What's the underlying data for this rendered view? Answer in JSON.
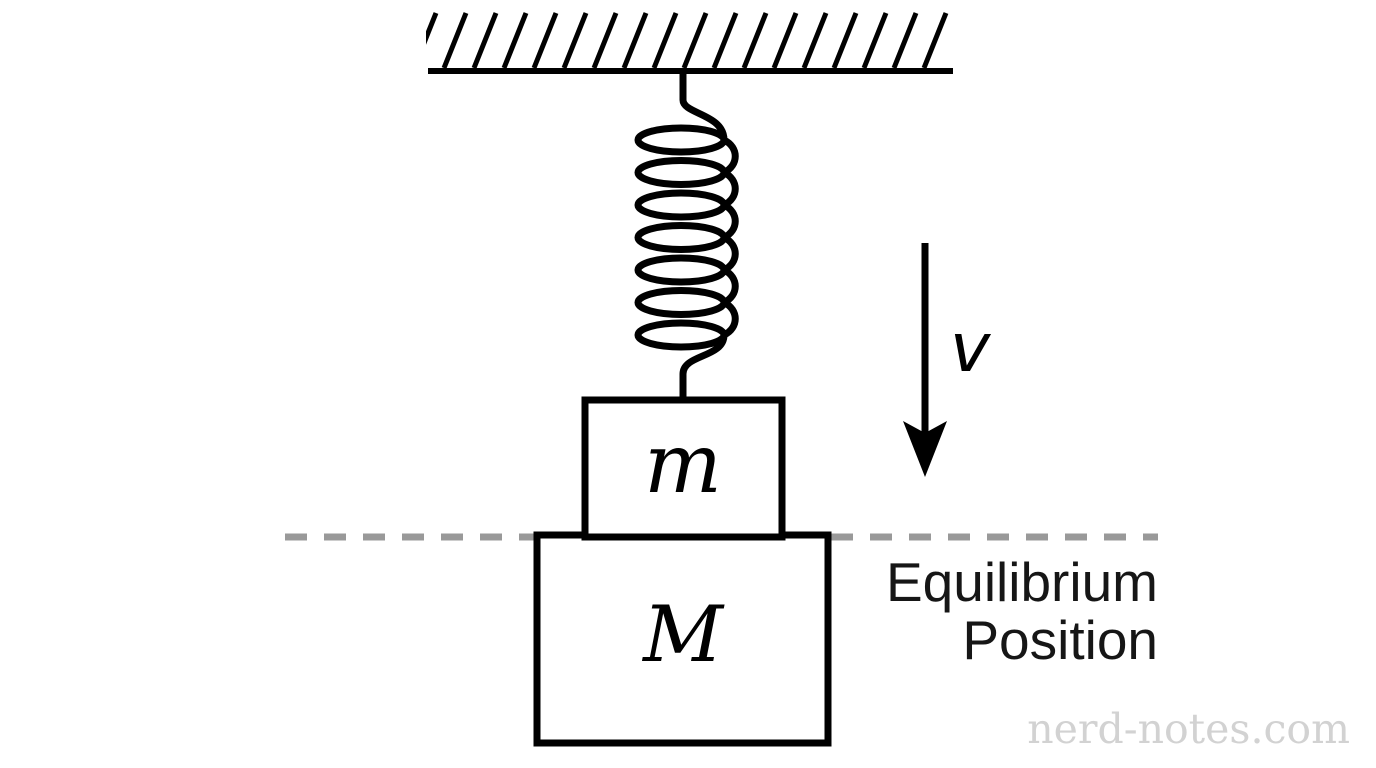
{
  "figure": {
    "type": "physics-diagram",
    "description": "Mass m stacked on mass M hanging from a ceiling-mounted spring, moving downward with velocity v at the equilibrium position",
    "spring_coils": 7
  },
  "labels": {
    "upper_mass": "m",
    "lower_mass": "M",
    "velocity": "v",
    "equilibrium_line1": "Equilibrium",
    "equilibrium_line2": "Position"
  },
  "watermark": "nerd-notes.com",
  "colors": {
    "background": "#ffffff",
    "ink": "#000000",
    "dashed_line": "#999999",
    "label_text": "#161616",
    "watermark_text": "#d2d2d2"
  }
}
